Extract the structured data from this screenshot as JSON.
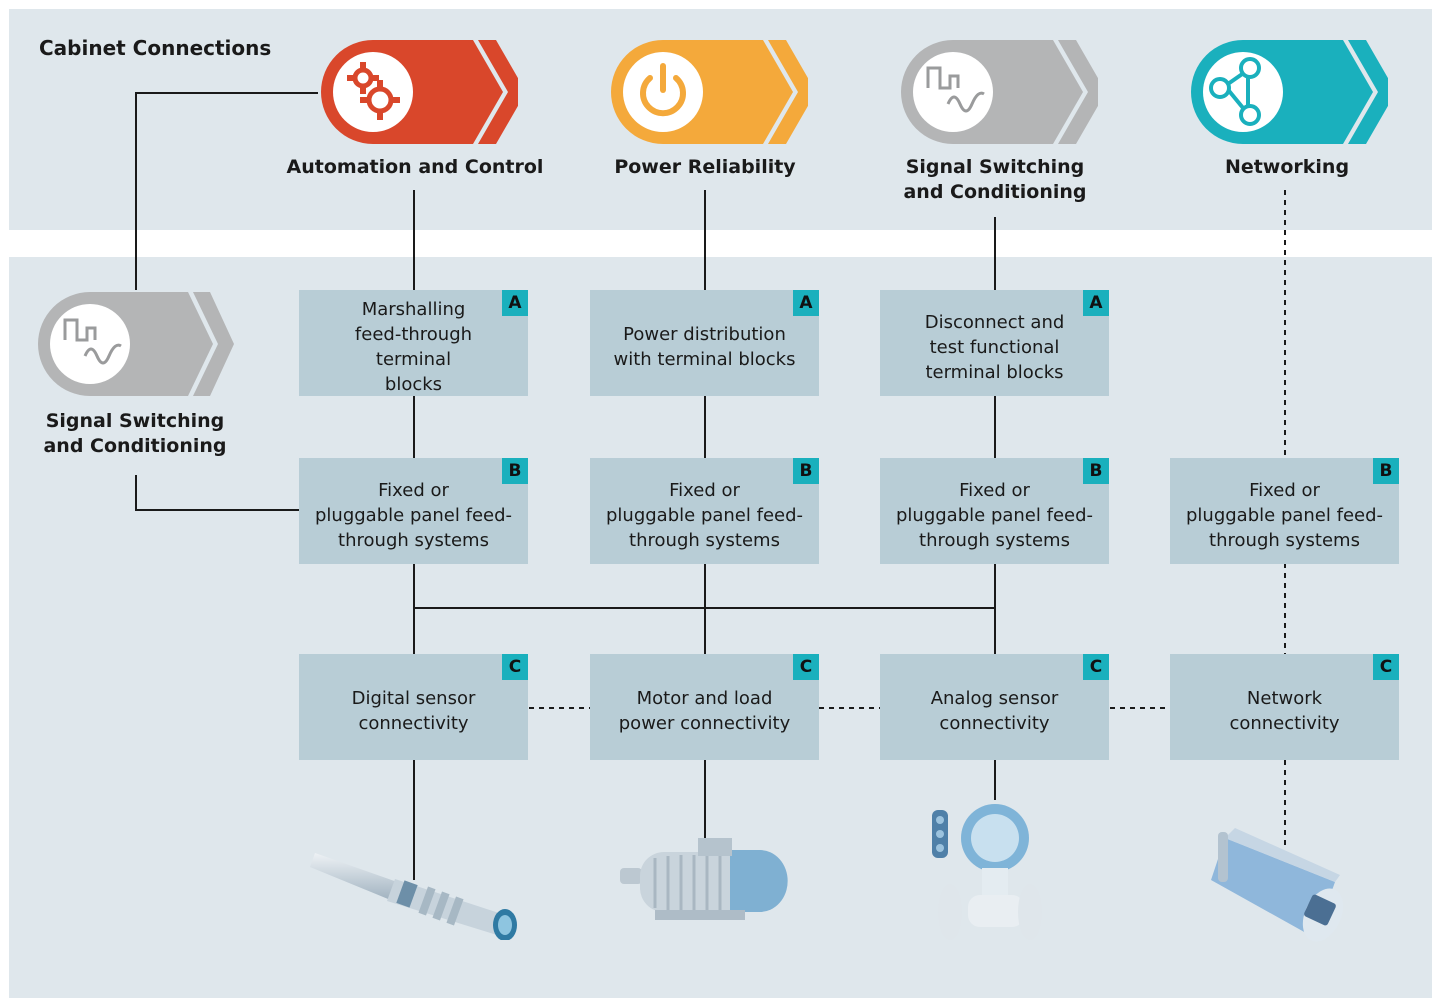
{
  "heading": "Cabinet Connections",
  "categories": [
    {
      "id": "automation",
      "title": "Automation and Control",
      "icon": "gears-icon",
      "color": "#d9472b"
    },
    {
      "id": "power",
      "title": "Power Reliability",
      "icon": "power-icon",
      "color": "#f4a93b"
    },
    {
      "id": "signal",
      "title": "Signal Switching\nand Conditioning",
      "icon": "signal-wave-icon",
      "color": "#b4b5b6"
    },
    {
      "id": "networking",
      "title": "Networking",
      "icon": "network-icon",
      "color": "#1ab0bd"
    }
  ],
  "side_category": {
    "title": "Signal Switching\nand Conditioning",
    "icon": "signal-wave-icon",
    "color": "#b4b5b6"
  },
  "rows": {
    "A": [
      {
        "tag": "A",
        "label": "Marshalling\nfeed-through terminal\nblocks"
      },
      {
        "tag": "A",
        "label": "Power distribution\nwith terminal blocks"
      },
      {
        "tag": "A",
        "label": "Disconnect and\ntest functional\nterminal blocks"
      }
    ],
    "B": [
      {
        "tag": "B",
        "label": "Fixed or\npluggable panel feed-\nthrough systems"
      },
      {
        "tag": "B",
        "label": "Fixed or\npluggable panel feed-\nthrough systems"
      },
      {
        "tag": "B",
        "label": "Fixed or\npluggable panel feed-\nthrough systems"
      },
      {
        "tag": "B",
        "label": "Fixed or\npluggable panel feed-\nthrough systems"
      }
    ],
    "C": [
      {
        "tag": "C",
        "label": "Digital sensor\nconnectivity"
      },
      {
        "tag": "C",
        "label": "Motor and load\npower connectivity"
      },
      {
        "tag": "C",
        "label": "Analog sensor\nconnectivity"
      },
      {
        "tag": "C",
        "label": "Network\nconnectivity"
      }
    ]
  },
  "devices": [
    "proximity-sensor-icon",
    "electric-motor-icon",
    "flow-meter-icon",
    "network-camera-icon"
  ],
  "colors": {
    "background": "#dfe7ec",
    "box": "#b8cdd6",
    "tag": "#1ab0bd",
    "line": "#1a1a1a"
  }
}
